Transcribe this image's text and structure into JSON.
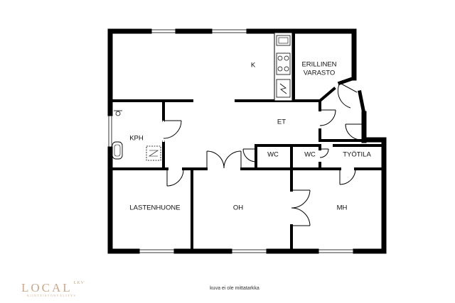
{
  "rooms": {
    "k": "K",
    "erillinen_line1": "ERILLINEN",
    "erillinen_line2": "VARASTO",
    "et": "ET",
    "kph": "KPH",
    "wc1": "WC",
    "wc2": "WC",
    "tyotila": "TYÖTILA",
    "lastenhuone": "LASTENHUONE",
    "oh": "OH",
    "mh": "MH"
  },
  "note": "kuva ei ole mittatarkka",
  "logo": {
    "name": "LOCAL",
    "suffix": "LKV",
    "tagline": "KIINTEISTÖNVÄLITYS",
    "color": "#c9a98a"
  },
  "colors": {
    "wall": "#000000",
    "window": "#9a9a9a",
    "background": "#ffffff"
  },
  "icons": [
    "sink-icon",
    "stove-icon",
    "shower-icon",
    "bathtub-icon",
    "door-swing-icon",
    "window-icon"
  ]
}
